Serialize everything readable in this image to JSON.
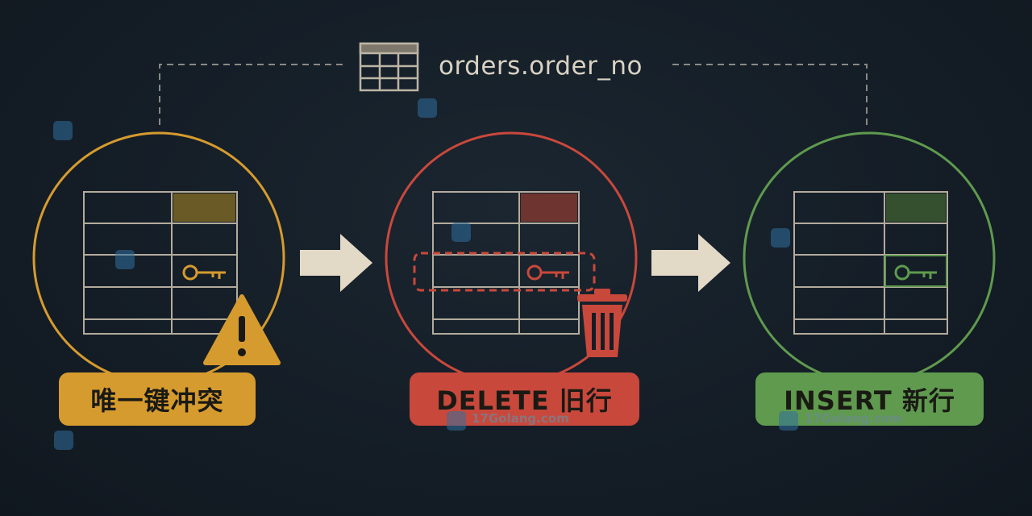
{
  "header": {
    "table_name": "orders.order_no"
  },
  "steps": [
    {
      "label": "唯一键冲突",
      "color": "#d69b2e"
    },
    {
      "label": "DELETE 旧行",
      "color": "#c9483c"
    },
    {
      "label": "INSERT 新行",
      "color": "#5f9a4e"
    }
  ],
  "watermark": {
    "text": "17Golang.com"
  },
  "icons": [
    "table-icon",
    "key-icon",
    "warning-icon",
    "trash-icon",
    "arrow-right-icon"
  ]
}
